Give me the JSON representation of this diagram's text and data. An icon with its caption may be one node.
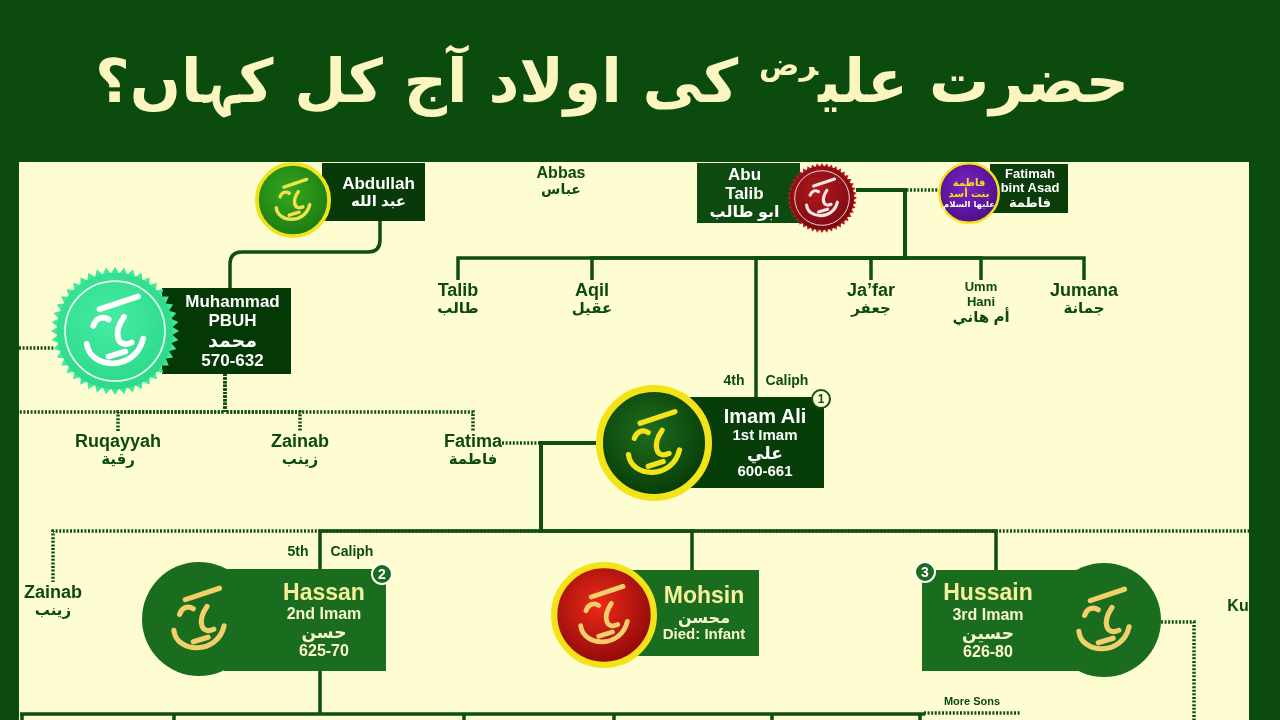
{
  "diagram": {
    "title": "حضرت علی$^{رض}$ کی اولاد آج کل کہاں؟",
    "nodes": [
      {
        "text": [
          "Abdullah",
          "عبد الله"
        ]
      },
      {
        "text": [
          "Abbas",
          "عباس"
        ]
      },
      {
        "text": [
          "Abu Talib",
          "ابو طالب"
        ]
      },
      {
        "text": [
          "فاطمة بنت أسد",
          "عليها السلام",
          "Fatimah bint Asad",
          "فاطمة"
        ]
      },
      {
        "text": [
          "Talib",
          "طالب"
        ]
      },
      {
        "text": [
          "Aqil",
          "عقيل"
        ]
      },
      {
        "text": [
          "Ja’far",
          "جعفر"
        ]
      },
      {
        "text": [
          "Umm Hani",
          "أم هاني"
        ]
      },
      {
        "text": [
          "Jumana",
          "جمانة"
        ]
      },
      {
        "text": [
          "Muhammad PBUH",
          "محمد",
          "570-632"
        ]
      },
      {
        "text": [
          "Ruqayyah",
          "رقية"
        ]
      },
      {
        "text": [
          "Zainab",
          "زينب"
        ]
      },
      {
        "text": [
          "Fatima",
          "فاطمة"
        ]
      },
      {
        "text": [
          "1",
          "Imam Ali",
          "1st Imam",
          "علي",
          "600-661"
        ],
        "beside": [
          "4th",
          "Caliph"
        ]
      },
      {
        "text": [
          "Zainab",
          "زينب"
        ]
      },
      {
        "text": [
          "2",
          "Hassan",
          "2nd Imam",
          "حسن",
          "625-70"
        ],
        "beside": [
          "5th",
          "Caliph"
        ]
      },
      {
        "text": [
          "Mohsin",
          "محسن",
          "Died: Infant"
        ]
      },
      {
        "text": [
          "3",
          "Hussain",
          "3rd Imam",
          "حسين",
          "626-80"
        ]
      }
    ],
    "edges": [
      {
        "from": 0,
        "to": 9,
        "arrow": "none"
      },
      {
        "from": 2,
        "to": 3,
        "arrow": "none",
        "style": "dashed"
      },
      {
        "from": 2,
        "to": 4,
        "arrow": "none"
      },
      {
        "from": 2,
        "to": 5,
        "arrow": "none"
      },
      {
        "from": 2,
        "to": 13,
        "arrow": "none"
      },
      {
        "from": 2,
        "to": 6,
        "arrow": "none"
      },
      {
        "from": 2,
        "to": 7,
        "arrow": "none"
      },
      {
        "from": 2,
        "to": 8,
        "arrow": "none"
      },
      {
        "from": null,
        "to": 9,
        "arrow": "none",
        "style": "dashed"
      },
      {
        "from": 9,
        "to": 10,
        "arrow": "none",
        "style": "dashed"
      },
      {
        "from": 9,
        "to": 11,
        "arrow": "none",
        "style": "dashed"
      },
      {
        "from": 9,
        "to": 12,
        "arrow": "none",
        "style": "dashed"
      },
      {
        "from": 9,
        "to": null,
        "arrow": "none",
        "style": "dashed"
      },
      {
        "from": 12,
        "to": 13,
        "arrow": "none",
        "style": "dashed"
      },
      {
        "from": 13,
        "to": 14,
        "arrow": "none",
        "style": "dashed"
      },
      {
        "from": 13,
        "to": 15,
        "arrow": "none"
      },
      {
        "from": 13,
        "to": 16,
        "arrow": "none"
      },
      {
        "from": 13,
        "to": 17,
        "arrow": "none"
      },
      {
        "from": 13,
        "to": null,
        "arrow": "none",
        "style": "dashed"
      },
      {
        "from": 15,
        "to": null,
        "arrow": "none"
      },
      {
        "from": 17,
        "to": null,
        "arrow": "none",
        "style": "dashed"
      }
    ],
    "labels": [
      "More Sons",
      "Ku"
    ]
  }
}
